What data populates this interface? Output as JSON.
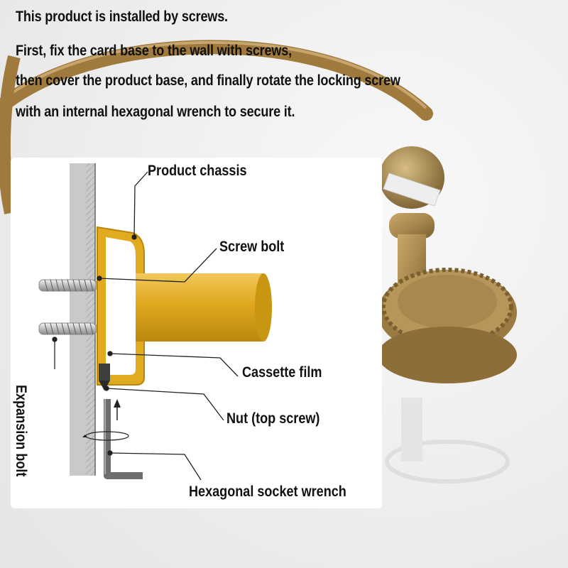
{
  "instructions": {
    "line1": "This product is installed by screws.",
    "line2": "First, fix the card base to the wall with screws,",
    "line3": "then cover the product base, and finally rotate the locking screw",
    "line4": "with an internal hexagonal wrench to secure it."
  },
  "callouts": {
    "product_chassis": "Product chassis",
    "screw_bolt": "Screw bolt",
    "cassette_film": "Cassette film",
    "nut": "Nut (top screw)",
    "wrench": "Hexagonal socket wrench",
    "expansion_bolt": "Expansion bolt"
  },
  "colors": {
    "brass": "#d9a81c",
    "brass_dark": "#b8860b",
    "antique_brass": "#a9884f",
    "wall": "#c8c8c8",
    "wrench": "#707070"
  }
}
